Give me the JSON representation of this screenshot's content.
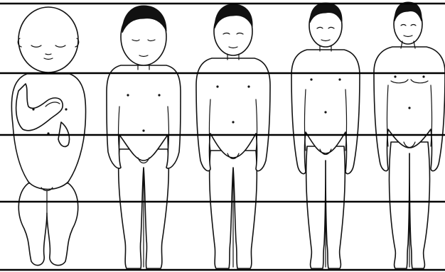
{
  "figure": {
    "figures": [
      {
        "stage": "infant"
      },
      {
        "stage": "toddler"
      },
      {
        "stage": "child"
      },
      {
        "stage": "adolescent"
      },
      {
        "stage": "adult"
      }
    ],
    "guide_lines": 5,
    "line_color": "#000000",
    "background": "#ffffff"
  }
}
